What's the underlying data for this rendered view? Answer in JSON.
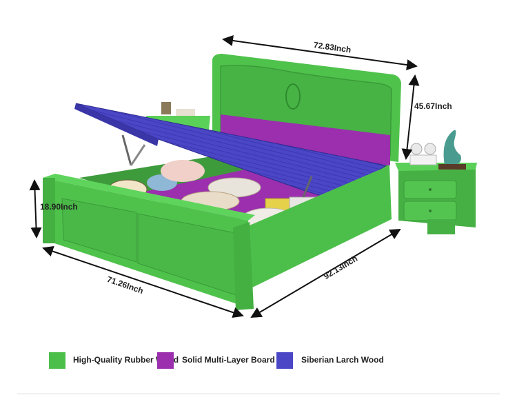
{
  "dimensions": {
    "top_width": "72.83Inch",
    "height": "45.67Inch",
    "footboard_height": "18.90Inch",
    "front_width": "71.26Inch",
    "depth": "92.13Inch"
  },
  "legend": [
    {
      "label": "High-Quality Rubber Wood",
      "color": "#4cbf4a"
    },
    {
      "label": "Solid Multi-Layer Board",
      "color": "#9b2fae"
    },
    {
      "label": "Siberian Larch Wood",
      "color": "#4a46c6"
    }
  ],
  "colors": {
    "rubber_wood": "#4cbf4a",
    "multi_layer_board": "#9b2fae",
    "larch_wood": "#4a46c6"
  }
}
